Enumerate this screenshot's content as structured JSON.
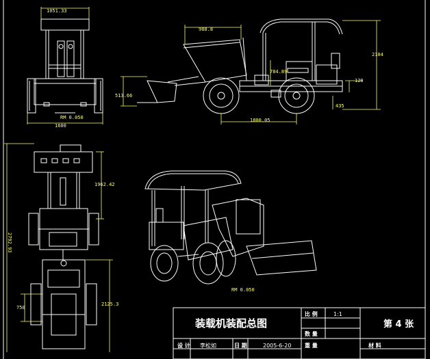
{
  "drawing": {
    "front_view": {
      "width_top": "1051.33",
      "width_bottom": "1600",
      "scale_note": "RM 0.050"
    },
    "side_view": {
      "dim_top": "988.8",
      "height_total": "2104",
      "bucket_height": "513.66",
      "mid_height": "784.89",
      "axle_offset": "120",
      "ground_clear": "435",
      "wheelbase": "1800.05"
    },
    "top_view": {
      "length_total": "2792.93",
      "upper_len": "1962.42",
      "lower_len": "2125.3",
      "small_len": "750"
    },
    "iso_view": {
      "scale_note": "RM 0.050"
    },
    "title_block": {
      "title": "装载机装配总图",
      "scale_label": "比 例",
      "scale_value": "1:1",
      "qty_label": "数 量",
      "sheet": "第 4 张",
      "design_label": "设 计",
      "designer": "李松如",
      "date_label": "日 期",
      "date_value": "2005-6-20",
      "weight_label": "重 量",
      "material_label": "材 料"
    }
  }
}
